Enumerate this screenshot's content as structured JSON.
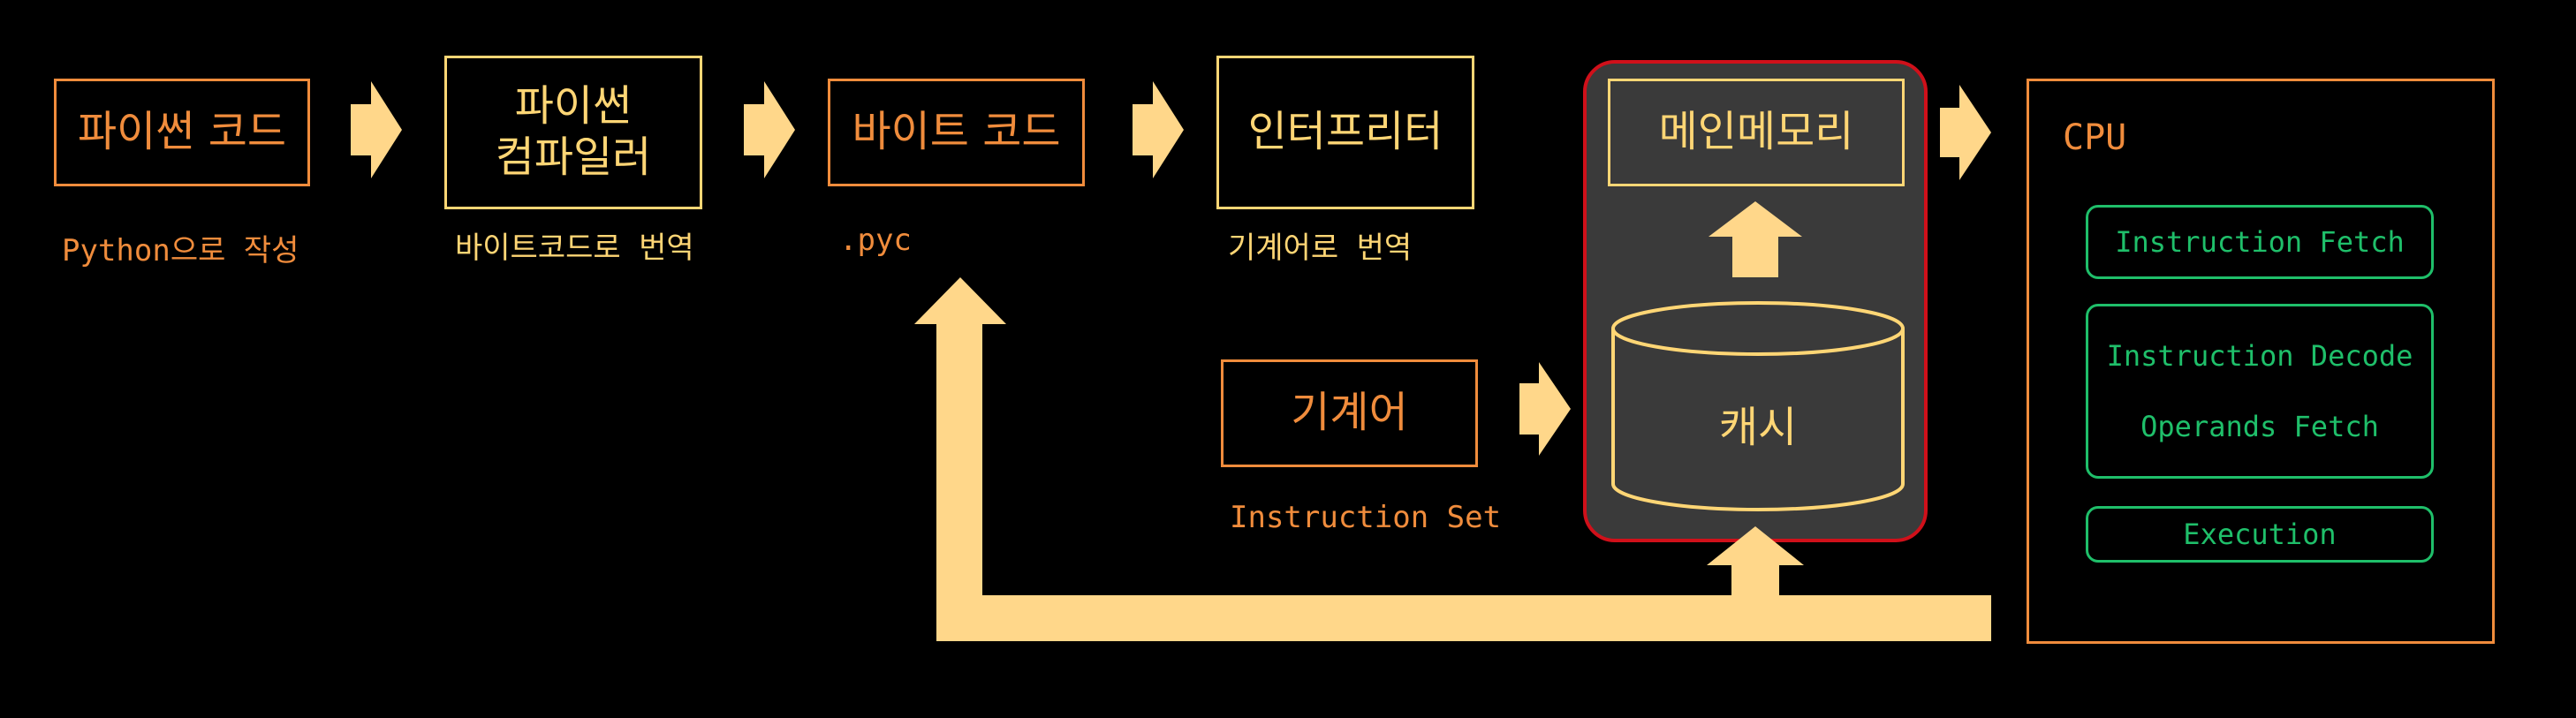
{
  "nodes": {
    "python_code": "파이썬 코드",
    "compiler_line1": "파이썬",
    "compiler_line2": "컴파일러",
    "bytecode": "바이트 코드",
    "interpreter": "인터프리터",
    "machine_code": "기계어",
    "main_memory": "메인메모리",
    "cache": "캐시",
    "cpu": "CPU"
  },
  "captions": {
    "python_code": "Python으로 작성",
    "compiler": "바이트코드로 번역",
    "bytecode": ".pyc",
    "interpreter": "기계어로 번역",
    "machine_code": "Instruction Set"
  },
  "cpu_stages": {
    "fetch": "Instruction Fetch",
    "decode": "Instruction Decode",
    "operands": "Operands Fetch",
    "execution": "Execution"
  },
  "colors": {
    "orange": "#f08c3c",
    "yellow": "#ffd675",
    "arrow": "#ffd78a",
    "memory_border": "#d0101a",
    "memory_fill": "#3a3a3a",
    "green": "#1fbf6a",
    "background": "#000000"
  }
}
